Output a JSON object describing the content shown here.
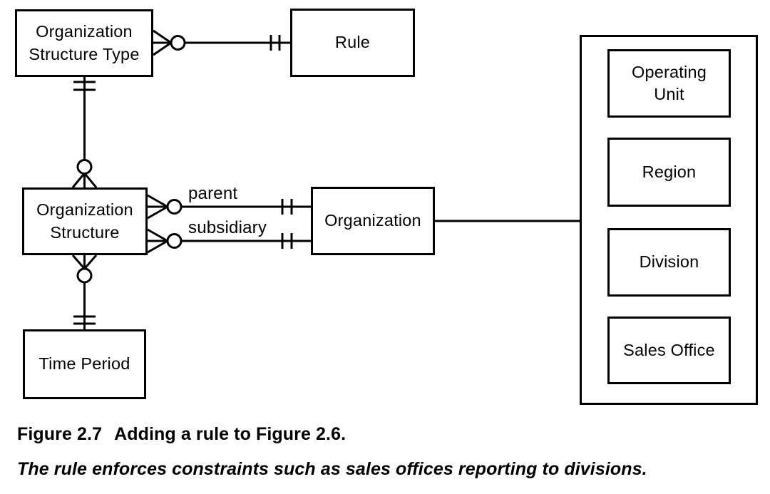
{
  "diagram": {
    "entities": {
      "org_structure_type": {
        "label": "Organization\nStructure Type"
      },
      "rule": {
        "label": "Rule"
      },
      "org_structure": {
        "label": "Organization\nStructure"
      },
      "organization": {
        "label": "Organization"
      },
      "time_period": {
        "label": "Time Period"
      },
      "operating_unit": {
        "label": "Operating\nUnit"
      },
      "region": {
        "label": "Region"
      },
      "division": {
        "label": "Division"
      },
      "sales_office": {
        "label": "Sales Office"
      }
    },
    "relationship_labels": {
      "parent": "parent",
      "subsidiary": "subsidiary"
    },
    "colors": {
      "line": "#000000",
      "background": "#ffffff"
    }
  },
  "caption": {
    "figure_label": "Figure 2.7",
    "figure_text": "Adding a rule to Figure 2.6.",
    "subtitle": "The rule enforces constraints such as sales offices reporting to divisions."
  }
}
